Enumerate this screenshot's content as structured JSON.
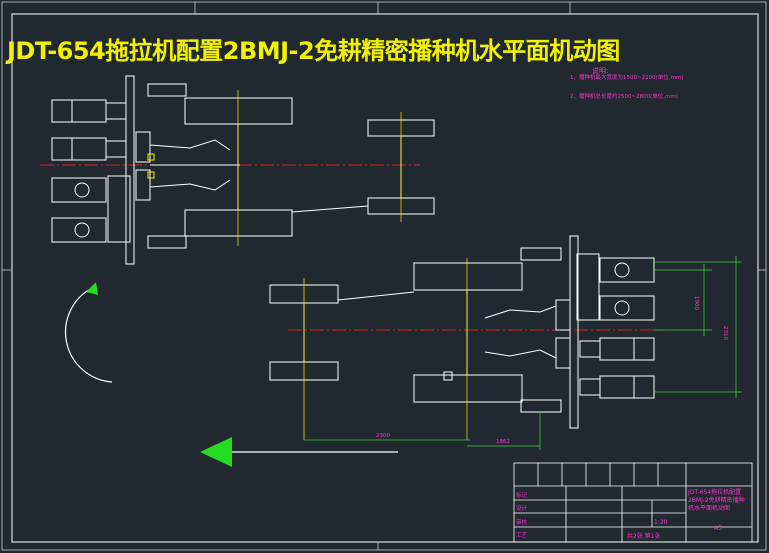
{
  "title": "JDT-654拖拉机配置2BMJ-2免耕精密播种机水平面机动图",
  "notes": {
    "heading": "说明:",
    "item1": "1、播种机最大宽度为1500~2100(单位,mm)",
    "item2": "2、播种机总长度约2500~2800(单位,mm)"
  },
  "dimensions": {
    "d1": "1900",
    "d2": "2310",
    "d3": "2300",
    "d4": "1862"
  },
  "title_block": {
    "drawing_title": "JDT-654拖拉机配置2BMJ-2免耕精密播种机水平面机动图",
    "sheet": "共2张  第1张",
    "scale": "1:20",
    "number": "A3",
    "rows": [
      "标记",
      "设计",
      "审核",
      "工艺"
    ]
  },
  "colors": {
    "background": "#212830",
    "line": "#ffffff",
    "accent_yellow": "#f2f200",
    "accent_magenta": "#ff33cc",
    "centerline": "#d42828",
    "arrow_green": "#22dd22",
    "dimension_green": "#3ad03a"
  },
  "icons": {
    "rotation": "curved-arrow-icon",
    "direction": "left-arrow-icon"
  }
}
